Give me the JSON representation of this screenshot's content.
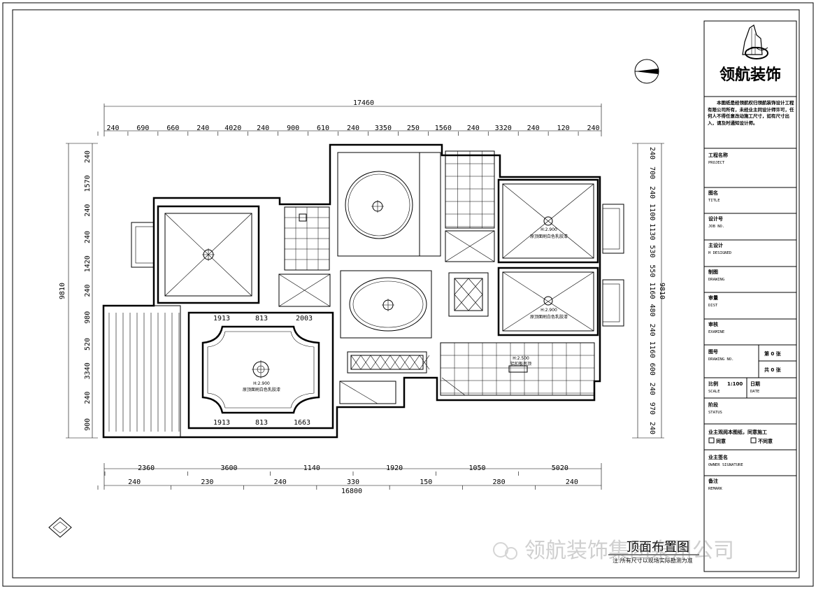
{
  "title_block": {
    "logo_text": "领航装饰",
    "notice": "本图纸是经领航权归领航装饰设计工程有限公司所有，未经业主同设计师许可，任何人不得任意改动施工尺寸，如有尺寸出入，请及时通知设计师。",
    "project": {
      "cn": "工程名称",
      "en": "PROJECT"
    },
    "drawing_title": {
      "cn": "图名",
      "en": "TITLE"
    },
    "job_no": {
      "cn": "设计号",
      "en": "JOB NO."
    },
    "designer": {
      "cn": "主设计",
      "en": "H DESIGNED"
    },
    "drawn": {
      "cn": "制图",
      "en": "DRAWING"
    },
    "checked": {
      "cn": "审量",
      "en": "DIST"
    },
    "examine": {
      "cn": "审核",
      "en": "EXAMINE"
    },
    "drawing_no": {
      "cn": "图号",
      "en": "DRAWING NO."
    },
    "sheet_no": "第 0 张",
    "sheet_total": "共 0 张",
    "scale": {
      "cn": "比例",
      "en": "SCALE",
      "value": "1:100"
    },
    "date": {
      "cn": "日期",
      "en": "DATE"
    },
    "status": {
      "cn": "阶段",
      "en": "STATUS"
    },
    "approval": "业主观阅本图纸，同意施工",
    "agree": "同意",
    "disagree": "不同意",
    "owner_sig": {
      "cn": "业主签名",
      "en": "OWNER SIGNATURE"
    },
    "remark": {
      "cn": "备注",
      "en": "REMARK"
    }
  },
  "plan": {
    "title": "顶面布置图",
    "note": "注:所有尺寸以现场实际勘测为准",
    "watermark": "领航装饰集团泉州公司",
    "ceiling_note": "H:2.900",
    "ceiling_text": "原顶面刷白色乳胶漆",
    "ceiling_note_b": "H:2.500",
    "ceiling_text_b": "铝扣板吊顶",
    "top_total": "17460",
    "top_dims": [
      "240",
      "690",
      "660",
      "240",
      "4020",
      "240",
      "900",
      "610",
      "240",
      "3350",
      "250",
      "1560",
      "240",
      "3320",
      "240",
      "120",
      "240"
    ],
    "bottom_total": "16800",
    "bottom_dims_a": [
      "2360",
      "3600",
      "1140",
      "1920",
      "1050",
      "5020"
    ],
    "bottom_dims_b": [
      "240",
      "230",
      "240",
      "330",
      "150",
      "280",
      "240"
    ],
    "left_total": "9810",
    "left_dims": [
      "240",
      "1570",
      "240",
      "240",
      "1420",
      "240",
      "980",
      "520",
      "3340",
      "240",
      "900"
    ],
    "right_total": "9810",
    "right_dims": [
      "240",
      "700",
      "240",
      "1100",
      "1130",
      "530",
      "550",
      "1160",
      "480",
      "240",
      "1160",
      "600",
      "240",
      "970",
      "240"
    ],
    "room_dims_top": [
      "1913",
      "813",
      "2003"
    ],
    "room_dims_bottom": [
      "1913",
      "813",
      "1663"
    ]
  }
}
